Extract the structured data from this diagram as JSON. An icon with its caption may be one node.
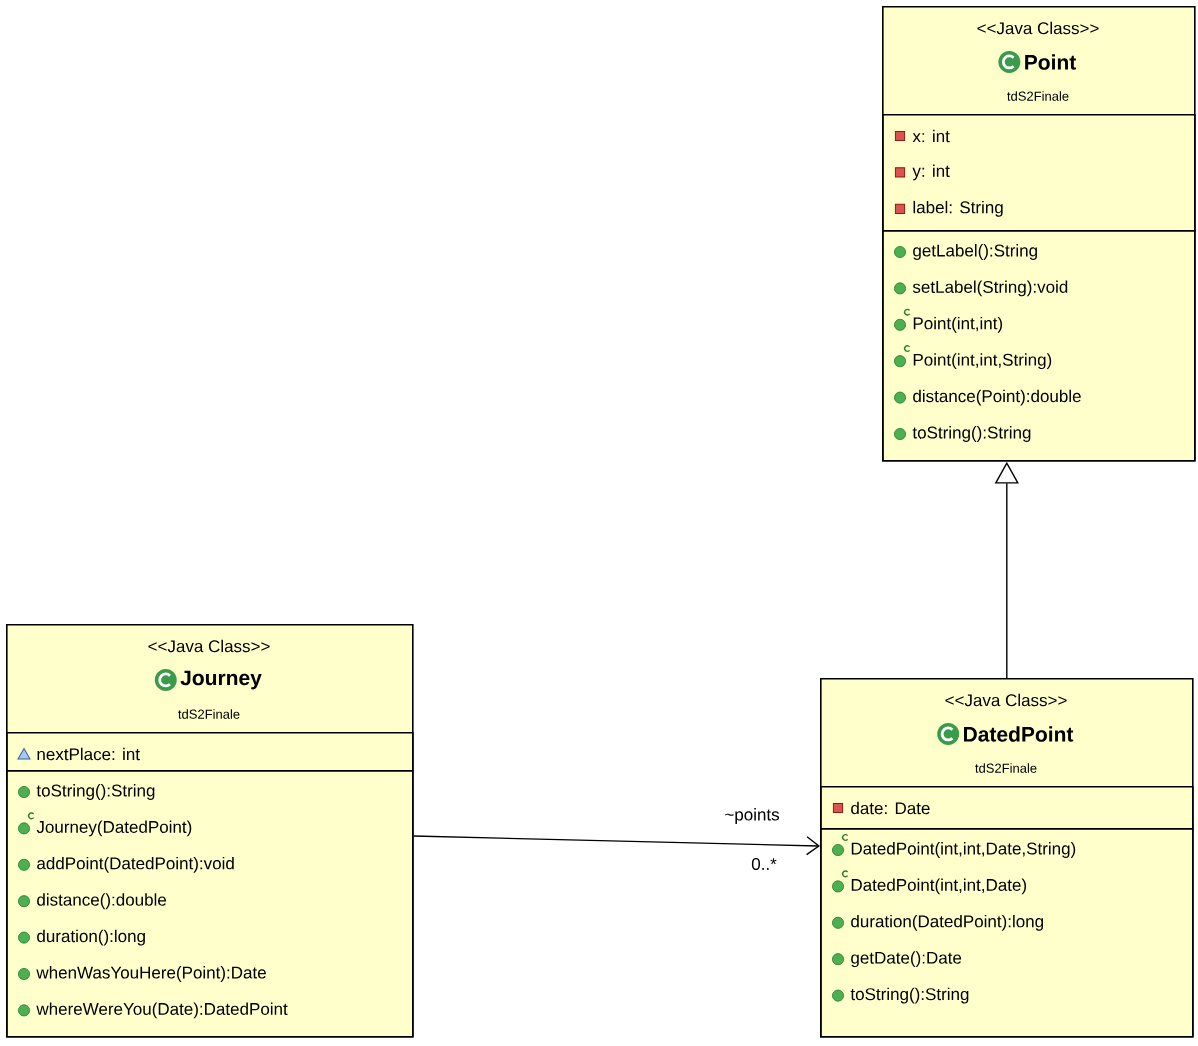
{
  "diagram": {
    "nodes": [
      {
        "text": [
          "<<Java Class>>",
          "Point",
          "tdS2Finale"
        ]
      },
      {
        "text": [
          "x: int",
          "y: int",
          "label: String"
        ],
        "in": 0
      },
      {
        "text": [
          "getLabel():String",
          "setLabel(String):void",
          "Point(int,int)",
          "Point(int,int,String)",
          "distance(Point):double",
          "toString():String"
        ],
        "in": 0
      },
      {
        "text": [
          "<<Java Class>>",
          "Journey",
          "tdS2Finale"
        ]
      },
      {
        "text": [
          "nextPlace: int"
        ],
        "in": 3
      },
      {
        "text": [
          "toString():String",
          "Journey(DatedPoint)",
          "addPoint(DatedPoint):void",
          "distance():double",
          "duration():long",
          "whenWasYouHere(Point):Date",
          "whereWereYou(Date):DatedPoint"
        ],
        "in": 3
      },
      {
        "text": [
          "<<Java Class>>",
          "DatedPoint",
          "tdS2Finale"
        ]
      },
      {
        "text": [
          "date: Date"
        ],
        "in": 6
      },
      {
        "text": [
          "DatedPoint(int,int,Date,String)",
          "DatedPoint(int,int,Date)",
          "duration(DatedPoint):long",
          "getDate():Date",
          "toString():String"
        ],
        "in": 6
      }
    ],
    "edges": [
      {
        "from": 6,
        "to": 0,
        "arrow": "to"
      },
      {
        "from": 3,
        "to": 6,
        "arrow": "to",
        "label": "~points"
      }
    ],
    "labels": [
      "0..*"
    ]
  }
}
